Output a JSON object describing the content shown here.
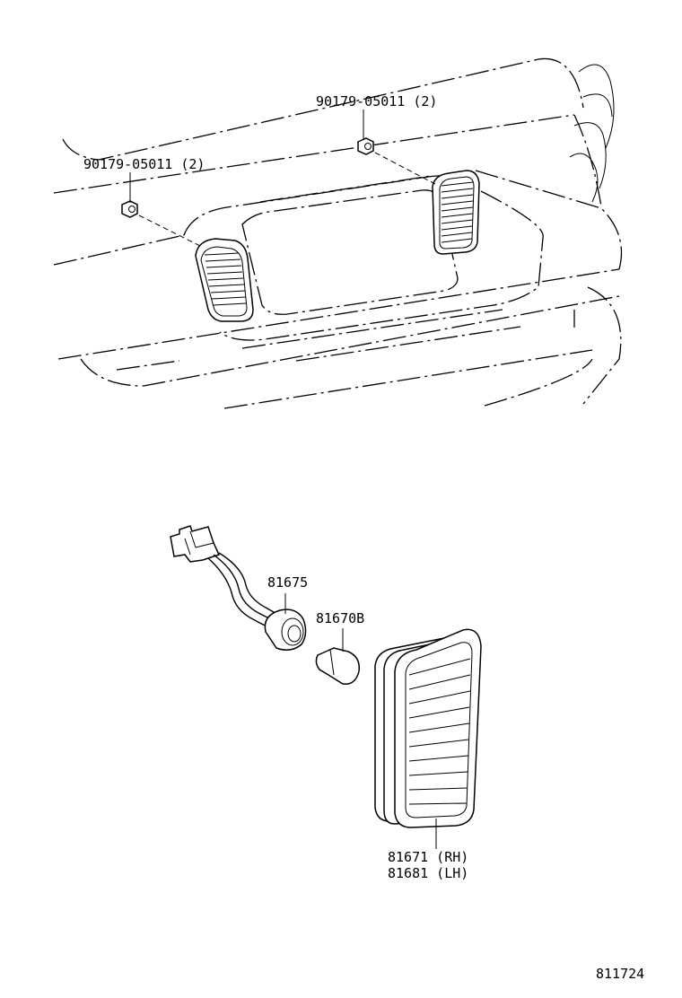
{
  "labels": {
    "nut_right": "90179-05011 (2)",
    "nut_left": "90179-05011 (2)",
    "socket": "81675",
    "bulb": "81670B",
    "lamp_rh": "81671 (RH)",
    "lamp_lh": "81681 (LH)",
    "illustration_number": "811724"
  }
}
